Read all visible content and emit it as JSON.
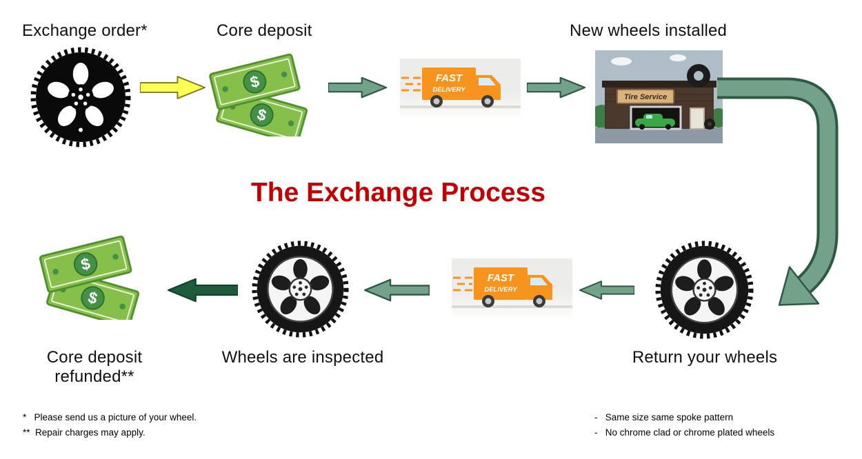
{
  "title": "The Exchange Process",
  "steps": {
    "exchange_order": "Exchange order*",
    "core_deposit": "Core deposit",
    "new_wheels_installed": "New wheels installed",
    "return_your_wheels": "Return your wheels",
    "wheels_are_inspected": "Wheels are inspected",
    "refund_line1": "Core deposit",
    "refund_line2": "refunded**"
  },
  "truck": {
    "line1": "FAST",
    "line2": "DELIVERY"
  },
  "shop": {
    "sign": "Tire Service"
  },
  "money": {
    "symbol": "$"
  },
  "footnotes": {
    "left1": "*   Please send us a picture of your wheel.",
    "left2": "**  Repair charges may apply.",
    "right1": "-   Same size same spoke pattern",
    "right2": "-   No chrome clad or chrome plated wheels"
  },
  "colors": {
    "title_red": "#C00000",
    "arrow_yellow": "#ffff54",
    "arrow_green": "#74a18a",
    "arrow_green_outline": "#2f5845",
    "arrow_dark_green": "#1d5b3c",
    "money_green": "#86bf4a",
    "money_circle_green": "#449146",
    "truck_orange": "#F7941D"
  }
}
